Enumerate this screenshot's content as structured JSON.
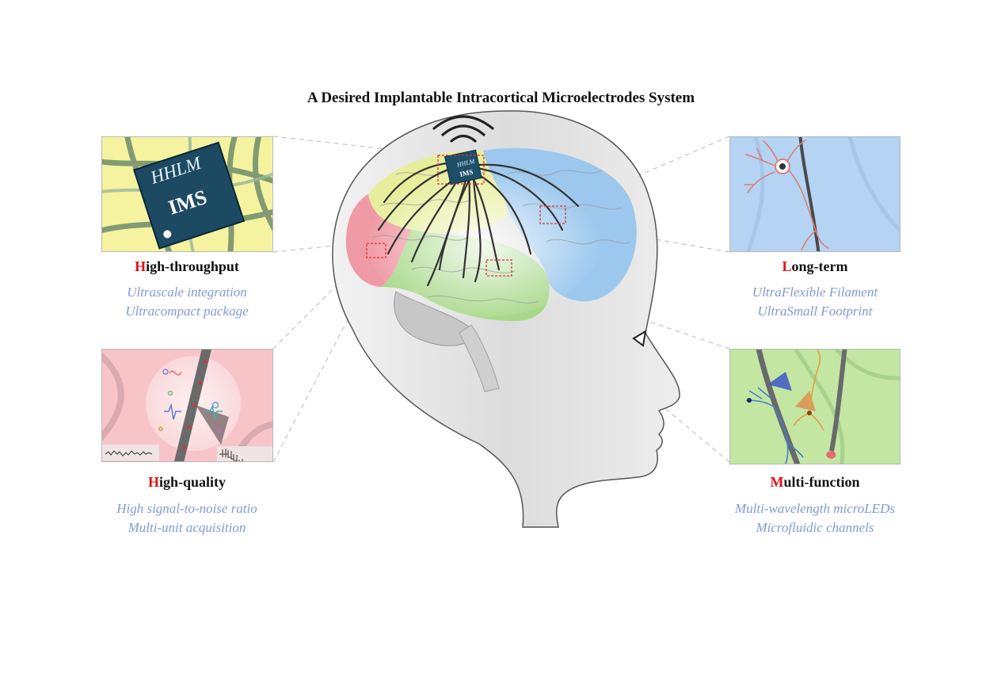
{
  "title": "A Desired Implantable Intracortical Microelectrodes System",
  "chip": {
    "line1": "HHLM",
    "line2": "IMS"
  },
  "panels": [
    {
      "id": "high-throughput",
      "initial": "H",
      "rest": "igh-throughput",
      "lines": [
        "Ultrascale integration",
        "Ultracompact package"
      ],
      "bg": "#f5f3a0"
    },
    {
      "id": "high-quality",
      "initial": "H",
      "rest": "igh-quality",
      "lines": [
        "High signal-to-noise ratio",
        "Multi-unit acquisition"
      ],
      "bg": "#f7c5c8"
    },
    {
      "id": "long-term",
      "initial": "L",
      "rest": "ong-term",
      "lines": [
        "UltraFlexible Filament",
        "UltraSmall Footprint"
      ],
      "bg": "#b5d3f3"
    },
    {
      "id": "multi-function",
      "initial": "M",
      "rest": "ulti-function",
      "lines": [
        "Multi-wavelength microLEDs",
        "Microfluidic channels"
      ],
      "bg": "#c3e6a3"
    }
  ],
  "colors": {
    "accent_initial": "#e01010",
    "subtitle": "#7f9ad6",
    "frontal_lobe": "#9cc8ee",
    "parietal_lobe": "#e6ee9c",
    "occipital_lobe": "#ef9aa5",
    "temporal_lobe": "#a8d98a",
    "head": "#e4e4e4"
  }
}
